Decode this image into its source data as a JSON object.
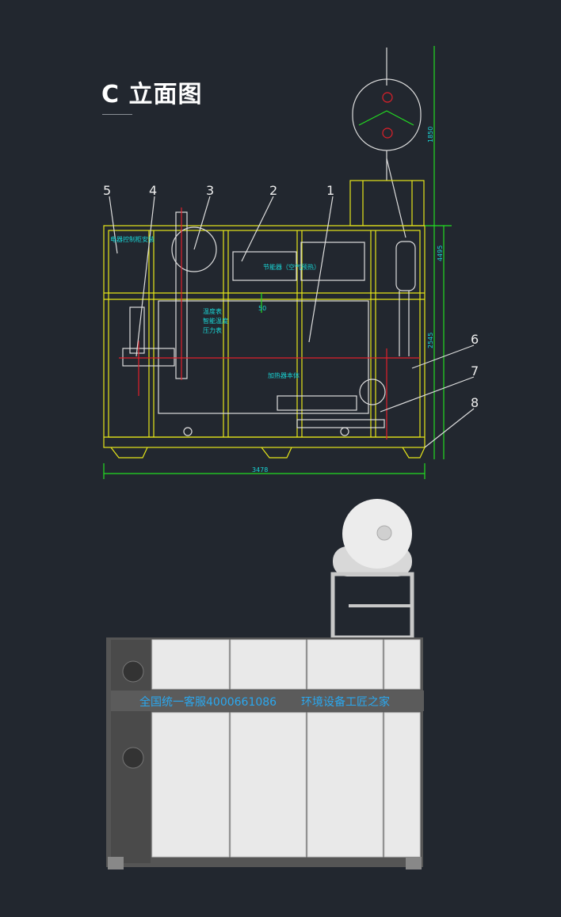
{
  "header": {
    "title": "C 立面图"
  },
  "drawing": {
    "callouts": [
      "1",
      "2",
      "3",
      "4",
      "5",
      "6",
      "7",
      "8"
    ],
    "dimensions": {
      "tank_height": "1850",
      "total_height": "4495",
      "body_height": "2545",
      "total_length": "3478"
    },
    "labels": {
      "control_cabinet": "电器控制柜安装",
      "economizer": "节能器（空气预热）",
      "thermometer": "温度表",
      "smart_temp": "智能温度",
      "pressure_gauge": "压力表",
      "heater_body": "加热器本体",
      "mark_50": "50"
    }
  },
  "banner": {
    "hotline": "全国统一客服4000661086",
    "brand": "环境设备工匠之家"
  },
  "colors": {
    "background": "#22272f",
    "cad_yellow": "#e6e619",
    "cad_red": "#e0202a",
    "cad_cyan": "#19d6d6",
    "cad_green": "#22dd22",
    "banner_text": "#2aa8f0"
  }
}
